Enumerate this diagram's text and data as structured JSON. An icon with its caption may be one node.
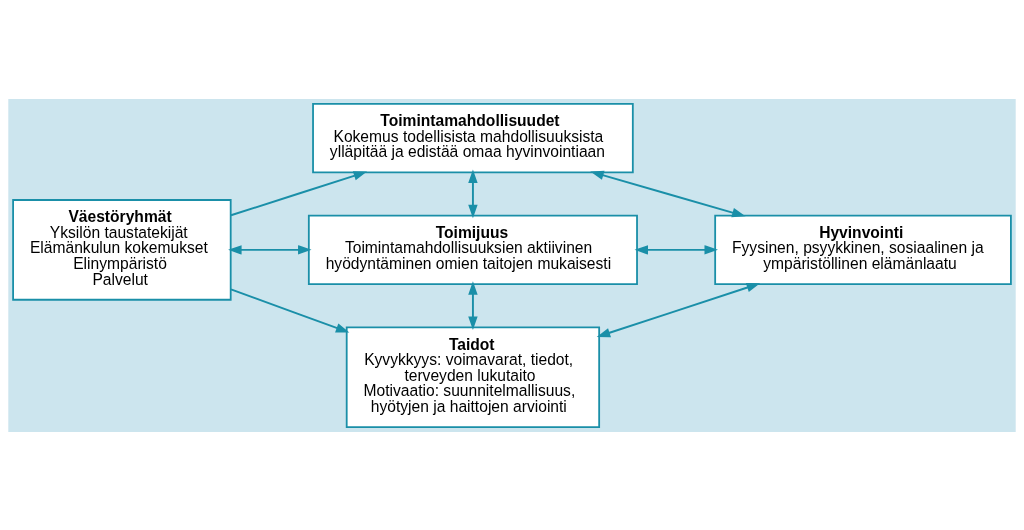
{
  "diagram": {
    "nodes": [
      {
        "text": [
          "Väestöryhmät",
          "Yksilön taustatekijät",
          "Elämänkulun kokemukset",
          "Elinympäristö",
          "Palvelut"
        ]
      },
      {
        "text": [
          "Toimintamahdollisuudet",
          "Kokemus todellisista mahdollisuuksista ylläpitää ja edistää omaa hyvinvointiaan"
        ]
      },
      {
        "text": [
          "Toimijuus",
          "Toimintamahdollisuuksien aktiivinen hyödyntäminen omien taitojen mukaisesti"
        ]
      },
      {
        "text": [
          "Hyvinvointi",
          "Fyysinen, psyykkinen, sosiaalinen ja ympäristöllinen elämänlaatu"
        ]
      },
      {
        "text": [
          "Taidot",
          "Kyvykkyys: voimavarat, tiedot, terveyden lukutaito",
          "Motivaatio: suunnitelmallisuus, hyötyjen ja haittojen arviointi"
        ]
      }
    ],
    "edges": [
      {
        "from": 0,
        "to": 1,
        "arrow": "to"
      },
      {
        "from": 0,
        "to": 2,
        "arrow": "both"
      },
      {
        "from": 0,
        "to": 4,
        "arrow": "to"
      },
      {
        "from": 1,
        "to": 2,
        "arrow": "both"
      },
      {
        "from": 2,
        "to": 4,
        "arrow": "both"
      },
      {
        "from": 1,
        "to": 3,
        "arrow": "both"
      },
      {
        "from": 2,
        "to": 3,
        "arrow": "both"
      },
      {
        "from": 4,
        "to": 3,
        "arrow": "both"
      }
    ]
  }
}
